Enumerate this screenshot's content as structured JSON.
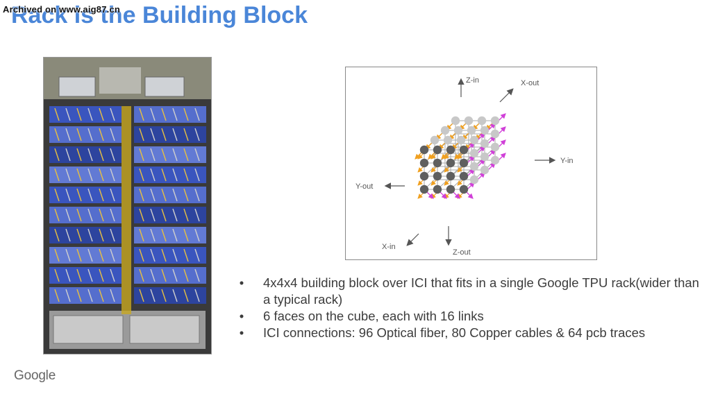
{
  "watermark": "Archived on www.aig87.cn",
  "title": "Rack is the Building Block",
  "photo": {
    "name": "tpu-rack-photo"
  },
  "diagram": {
    "labels": {
      "z_in": "Z-in",
      "x_out": "X-out",
      "y_in": "Y-in",
      "y_out": "Y-out",
      "x_in": "X-in",
      "z_out": "Z-out"
    },
    "colors": {
      "front_node": "#5f5f5f",
      "back_node": "#c8c8c8",
      "link_orange": "#f0a020",
      "link_magenta": "#d040d8",
      "axis_arrow": "#555555"
    }
  },
  "bullets": [
    "4x4x4 building block over ICI that fits in a single Google TPU rack(wider than a typical rack)",
    "6 faces on the cube, each with 16 links",
    "ICI connections: 96 Optical fiber, 80 Copper cables & 64 pcb traces"
  ],
  "bullet_glyph": "•",
  "footer_logo": "Google"
}
